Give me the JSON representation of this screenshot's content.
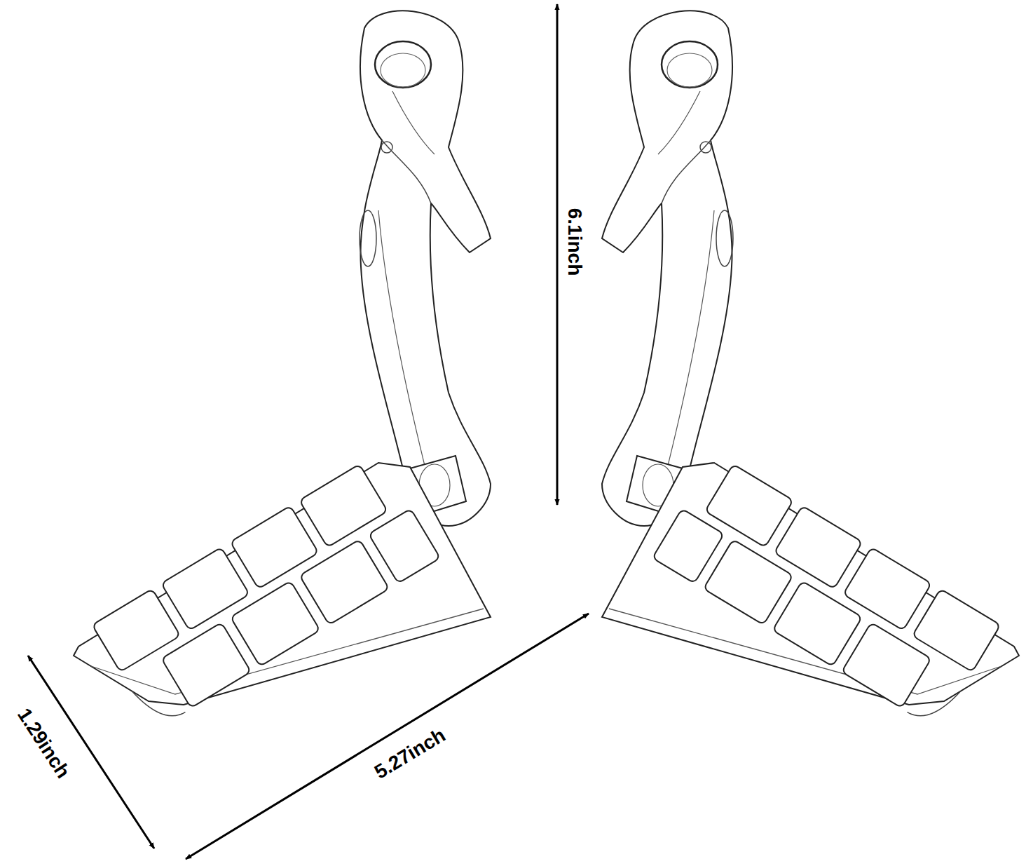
{
  "diagram": {
    "labels": [
      "6.1inch",
      "5.27inch",
      "1.29inch"
    ]
  }
}
